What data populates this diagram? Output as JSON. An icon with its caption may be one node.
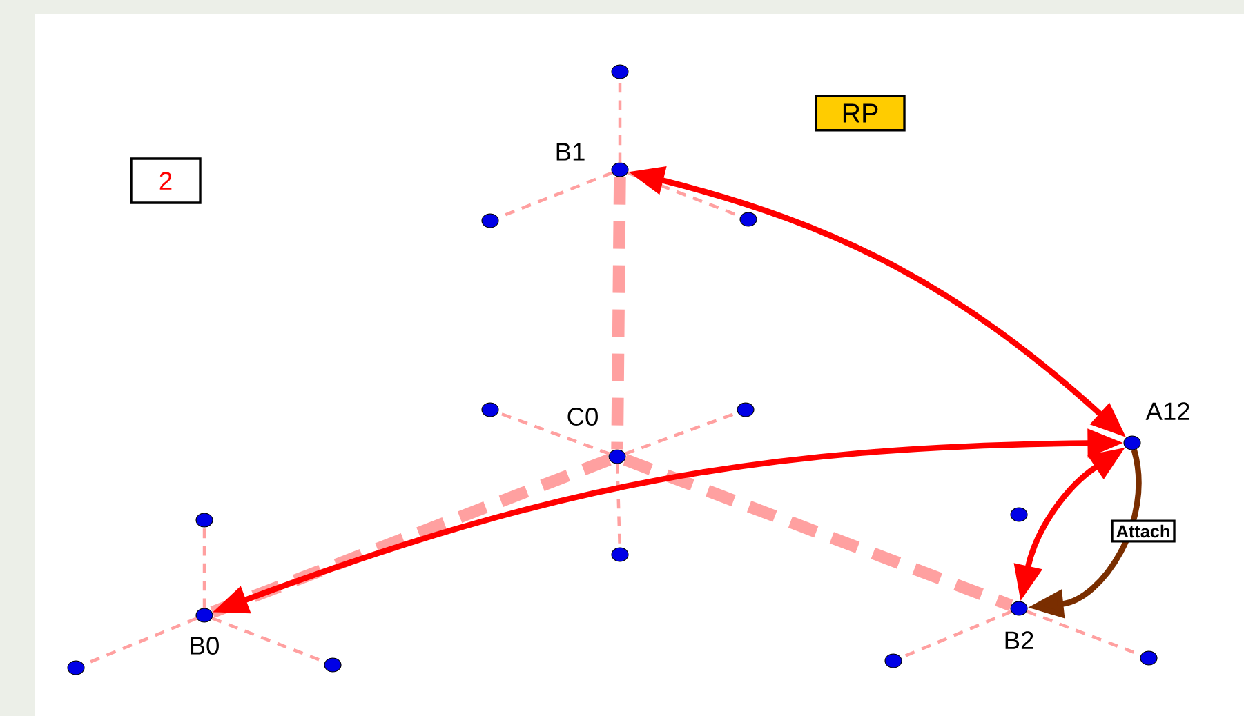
{
  "diagram": {
    "nodes": [
      {
        "text": [
          "2"
        ]
      },
      {
        "text": [
          "RP"
        ]
      },
      {
        "text": [],
        "shape": "circle"
      },
      {
        "text": [],
        "shape": "circle",
        "beside": [
          "B1"
        ]
      },
      {
        "text": [],
        "shape": "circle"
      },
      {
        "text": [],
        "shape": "circle"
      },
      {
        "text": [],
        "shape": "circle"
      },
      {
        "text": [],
        "shape": "circle"
      },
      {
        "text": [],
        "shape": "circle",
        "beside": [
          "C0"
        ]
      },
      {
        "text": [],
        "shape": "circle",
        "beside": [
          "A12"
        ]
      },
      {
        "text": [],
        "shape": "circle"
      },
      {
        "text": [],
        "shape": "circle"
      },
      {
        "text": [],
        "shape": "circle"
      },
      {
        "text": [],
        "shape": "circle",
        "beside": [
          "B0"
        ]
      },
      {
        "text": [],
        "shape": "circle",
        "beside": [
          "B2"
        ]
      },
      {
        "text": [],
        "shape": "circle"
      },
      {
        "text": [],
        "shape": "circle"
      },
      {
        "text": [],
        "shape": "circle"
      },
      {
        "text": [],
        "shape": "circle"
      }
    ],
    "edges": [
      {
        "from": 3,
        "to": 2,
        "arrow": "none",
        "style": "dashed"
      },
      {
        "from": 3,
        "to": 4,
        "arrow": "none",
        "style": "dashed"
      },
      {
        "from": 3,
        "to": 5,
        "arrow": "none",
        "style": "dashed"
      },
      {
        "from": 8,
        "to": 6,
        "arrow": "none",
        "style": "dashed"
      },
      {
        "from": 8,
        "to": 7,
        "arrow": "none",
        "style": "dashed"
      },
      {
        "from": 8,
        "to": 10,
        "arrow": "none",
        "style": "dashed"
      },
      {
        "from": 13,
        "to": 11,
        "arrow": "none",
        "style": "dashed"
      },
      {
        "from": 13,
        "to": 15,
        "arrow": "none",
        "style": "dashed"
      },
      {
        "from": 13,
        "to": 16,
        "arrow": "none",
        "style": "dashed"
      },
      {
        "from": 14,
        "to": 17,
        "arrow": "none",
        "style": "dashed"
      },
      {
        "from": 14,
        "to": 18,
        "arrow": "none",
        "style": "dashed"
      },
      {
        "from": 3,
        "to": 8,
        "arrow": "none",
        "style": "dashed"
      },
      {
        "from": 8,
        "to": 13,
        "arrow": "none",
        "style": "dashed"
      },
      {
        "from": 8,
        "to": 14,
        "arrow": "none",
        "style": "dashed"
      },
      {
        "from": 3,
        "to": 9,
        "arrow": "both",
        "style": "thick",
        "color": "#ff0000"
      },
      {
        "from": 9,
        "to": 13,
        "arrow": "both",
        "style": "thick",
        "color": "#ff0000"
      },
      {
        "from": 9,
        "to": 14,
        "arrow": "both",
        "style": "thick",
        "color": "#ff0000"
      },
      {
        "from": 9,
        "to": 14,
        "arrow": "to",
        "style": "thick",
        "color": "#7a2e00",
        "label": "Attach"
      }
    ]
  }
}
